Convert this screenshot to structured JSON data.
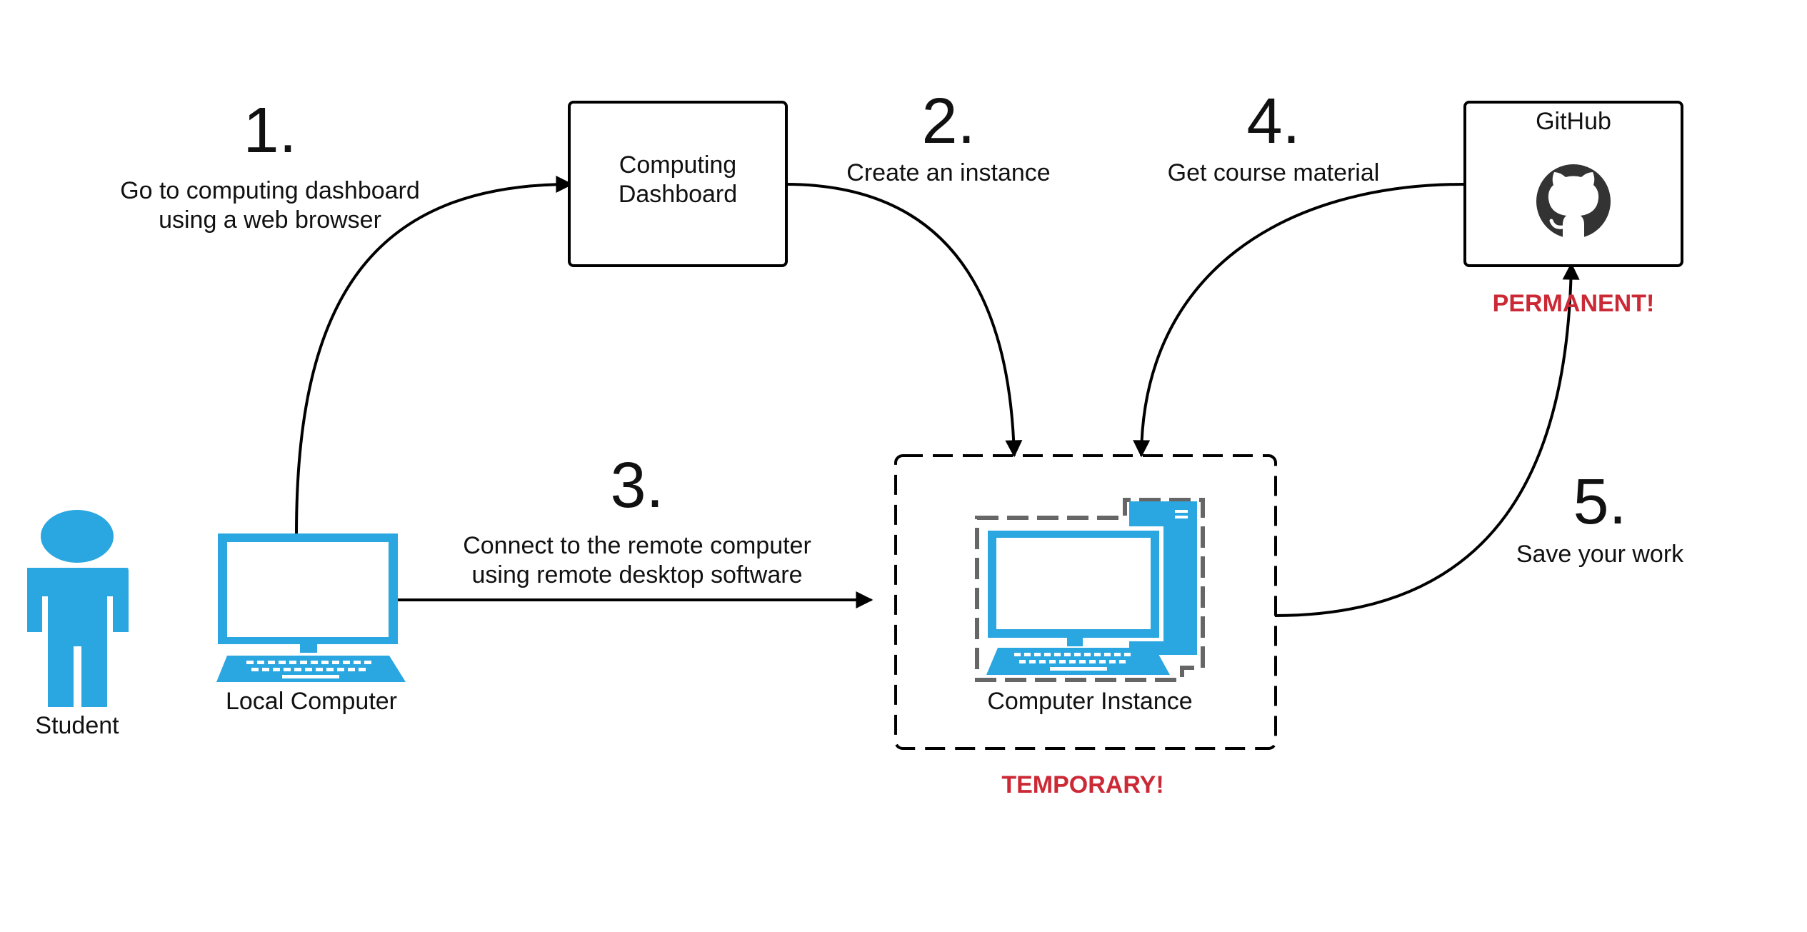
{
  "colors": {
    "accent": "#2aa6e0",
    "warning": "#cc2936",
    "line": "#000000",
    "dash": "#555555"
  },
  "nodes": {
    "student": {
      "label": "Student",
      "icon": "person-icon"
    },
    "local_computer": {
      "label": "Local Computer",
      "icon": "laptop-icon"
    },
    "dashboard": {
      "line1": "Computing",
      "line2": "Dashboard"
    },
    "github": {
      "label": "GitHub",
      "icon": "github-logo-icon",
      "note": "PERMANENT!"
    },
    "instance": {
      "label": "Computer Instance",
      "icon": "desktop-computer-icon",
      "note": "TEMPORARY!"
    }
  },
  "steps": [
    {
      "number": "1.",
      "lines": [
        "Go to computing dashboard",
        "using a web browser"
      ]
    },
    {
      "number": "2.",
      "lines": [
        "Create an instance"
      ]
    },
    {
      "number": "3.",
      "lines": [
        "Connect to the remote computer",
        "using remote desktop software"
      ]
    },
    {
      "number": "4.",
      "lines": [
        "Get course material"
      ]
    },
    {
      "number": "5.",
      "lines": [
        "Save your work"
      ]
    }
  ]
}
